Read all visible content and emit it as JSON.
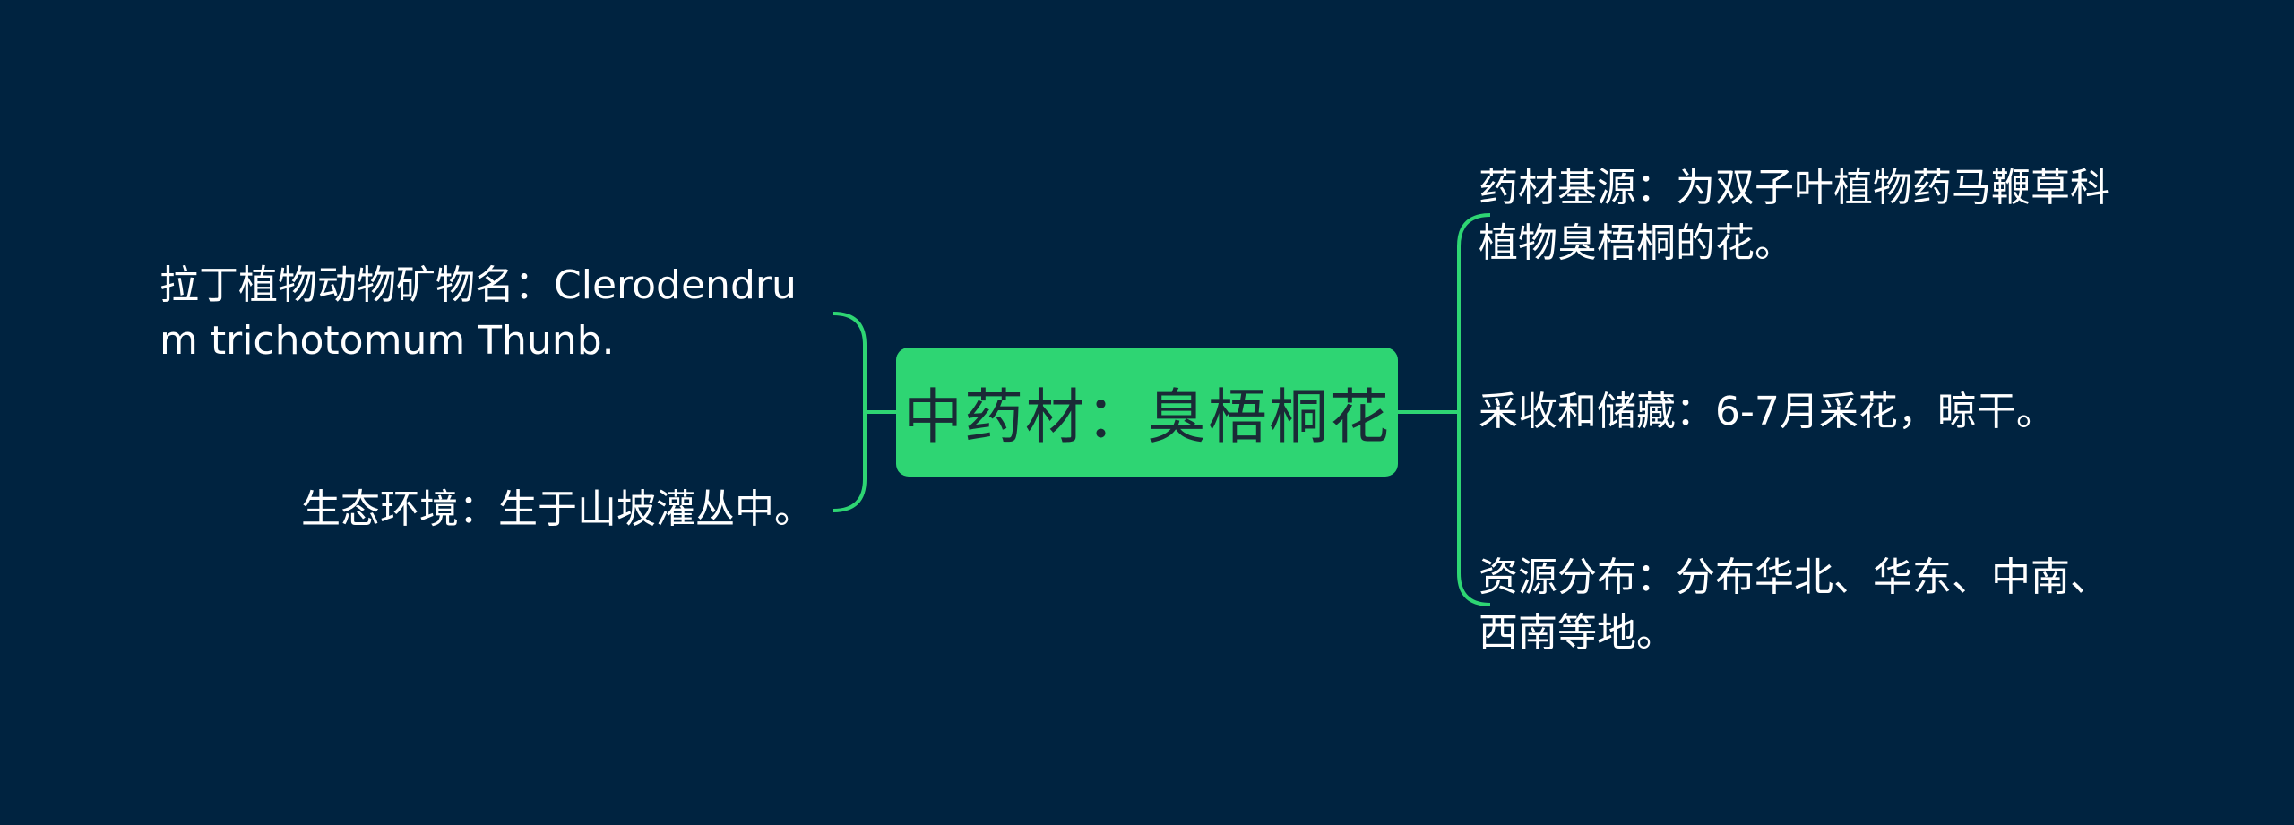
{
  "root": {
    "label": "中药材：臭梧桐花"
  },
  "left_branches": [
    {
      "text": "拉丁植物动物矿物名：Clerodendrum trichotomum Thunb."
    },
    {
      "text": "生态环境：生于山坡灌丛中。"
    }
  ],
  "right_branches": [
    {
      "text": "药材基源：为双子叶植物药马鞭草科植物臭梧桐的花。"
    },
    {
      "text": "采收和储藏：6-7月采花，晾干。"
    },
    {
      "text": "资源分布：分布华北、华东、中南、西南等地。"
    }
  ],
  "colors": {
    "background": "#002340",
    "accent": "#2ed573",
    "text": "#ffffff",
    "root_text": "#1a2a36"
  }
}
